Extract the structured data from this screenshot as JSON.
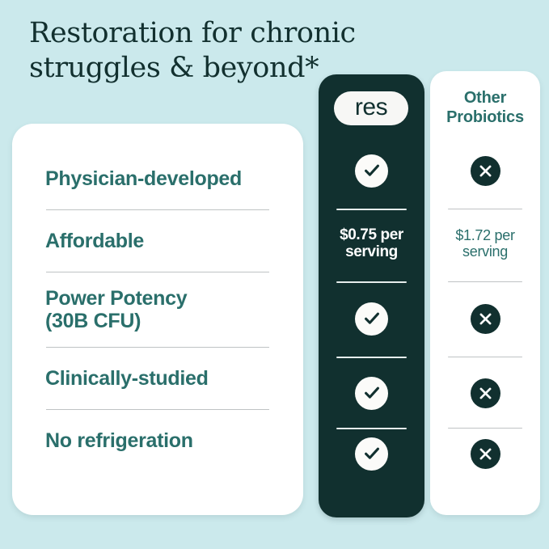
{
  "headline": "Restoration for chronic\nstruggles & beyond*",
  "brand": {
    "logo_text": "res",
    "competitor_label": "Other\nProbiotics"
  },
  "colors": {
    "background": "#cbe9ec",
    "dark_column": "#11302f",
    "card": "#ffffff",
    "feature_text": "#2a6f6b",
    "headline_text": "#12302f",
    "divider_light": "#bfc3c4",
    "divider_dark": "#e6eeed"
  },
  "comparison": {
    "features": [
      {
        "label": "Physician-developed",
        "res": "check",
        "other": "cross"
      },
      {
        "label": "Affordable",
        "res": "$0.75 per\nserving",
        "other": "$1.72 per\nserving"
      },
      {
        "label": "Power Potency\n(30B CFU)",
        "res": "check",
        "other": "cross"
      },
      {
        "label": "Clinically-studied",
        "res": "check",
        "other": "cross"
      },
      {
        "label": "No refrigeration",
        "res": "check",
        "other": "cross"
      }
    ]
  },
  "icons": {
    "check": "check-icon",
    "cross": "cross-icon"
  }
}
